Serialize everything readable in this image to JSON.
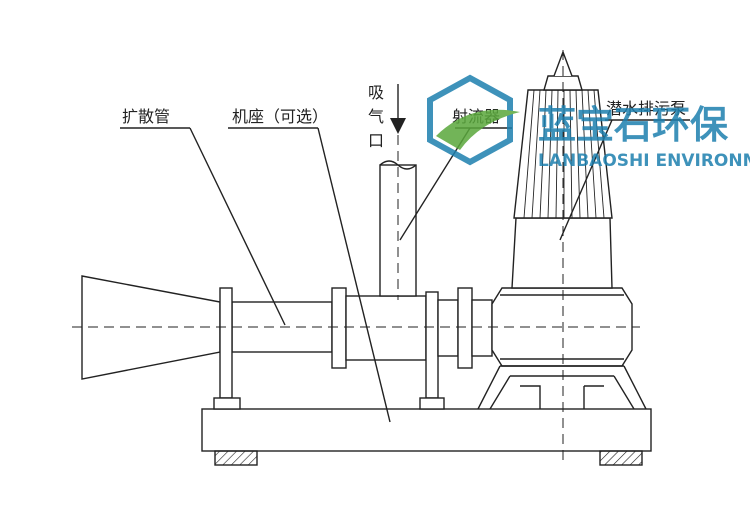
{
  "labels": {
    "diffuser": "扩散管",
    "base": "机座（可选）",
    "air_inlet_1": "吸",
    "air_inlet_2": "气",
    "air_inlet_3": "口",
    "ejector": "射流器",
    "pump": "潜水排污泵"
  },
  "watermark": {
    "chinese": "蓝宝石环保",
    "english": "LANBAOSHI ENVIRONMENT",
    "colors": {
      "blue": "#1d7fae",
      "green": "#5aa83c"
    }
  },
  "colors": {
    "line": "#222222",
    "background": "#ffffff"
  }
}
